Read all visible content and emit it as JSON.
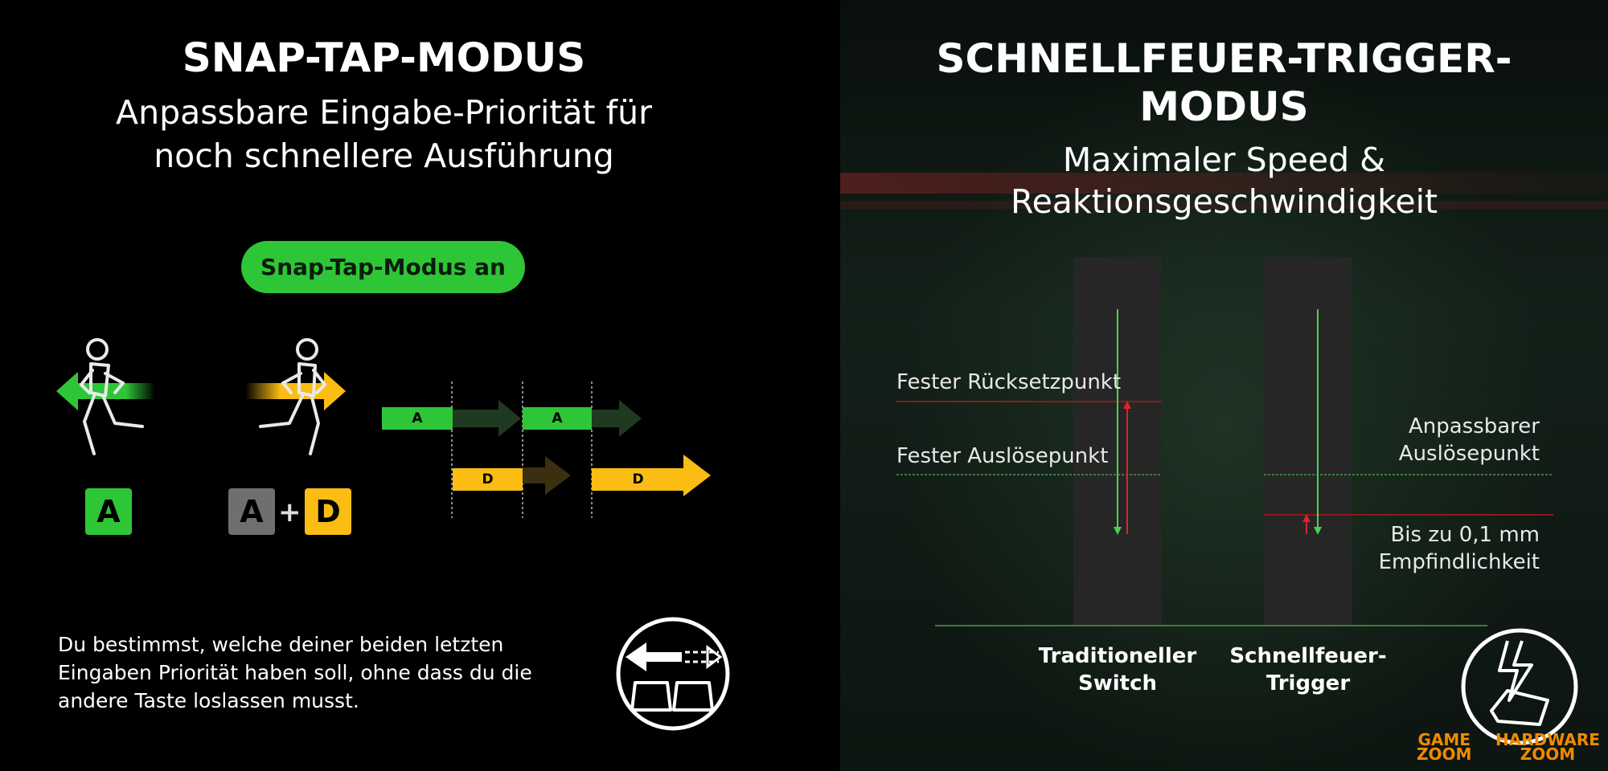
{
  "left_panel": {
    "title": "SNAP-TAP-MODUS",
    "subtitle_line1": "Anpassbare Eingabe-Priorität für",
    "subtitle_line2": "noch schnellere Ausführung",
    "mode_pill": "Snap-Tap-Modus an",
    "key_a_single": "A",
    "key_a_combo": "A",
    "plus": "+",
    "key_d_combo": "D",
    "timeline": {
      "bar1": "A",
      "bar2": "A",
      "bar3": "D",
      "bar4": "D"
    },
    "description_line1": "Du bestimmst, welche deiner beiden letzten",
    "description_line2": "Eingaben Priorität haben soll, ohne dass du die",
    "description_line3": "andere Taste loslassen musst."
  },
  "right_panel": {
    "title_line1": "SCHNELLFEUER-TRIGGER-",
    "title_line2": "MODUS",
    "subtitle_line1": "Maximaler Speed &",
    "subtitle_line2": "Reaktionsgeschwindigkeit",
    "label_reset": "Fester Rücksetzpunkt",
    "label_actuation": "Fester Auslösepunkt",
    "label_adjustable_1": "Anpassbarer",
    "label_adjustable_2": "Auslösepunkt",
    "label_sensitivity_1": "Bis zu 0,1 mm",
    "label_sensitivity_2": "Empfindlichkeit",
    "caption_traditional_1": "Traditioneller",
    "caption_traditional_2": "Switch",
    "caption_rapid_1": "Schnellfeuer-",
    "caption_rapid_2": "Trigger"
  },
  "watermark": {
    "left_1": "GAME",
    "left_2": "ZOOM",
    "right_1": "HARDWARE",
    "right_2": "ZOOM"
  },
  "colors": {
    "green": "#2ec637",
    "yellow": "#fbbd14",
    "gray_key": "#6f6f6f",
    "red": "#d7262b",
    "watermark": "#f08a00"
  }
}
